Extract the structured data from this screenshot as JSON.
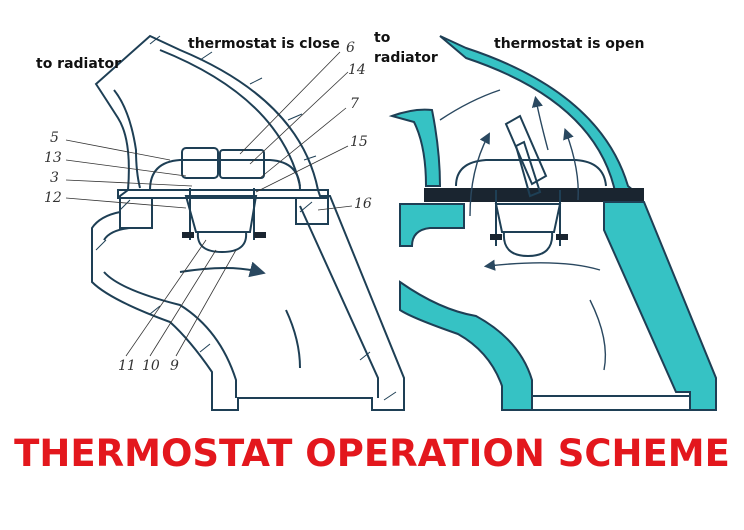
{
  "left_panel": {
    "label_radiator": "to radiator",
    "label_state": "thermostat is close",
    "part_numbers": [
      "6",
      "14",
      "7",
      "15",
      "16",
      "5",
      "13",
      "3",
      "12",
      "11",
      "10",
      "9"
    ]
  },
  "right_panel": {
    "label_radiator_line1": "to",
    "label_radiator_line2": "radiator",
    "label_state": "thermostat is open"
  },
  "title": "THERMOSTAT OPERATION SCHEME",
  "colors": {
    "housing_fill": "#36c2c4",
    "outline": "#1e3f55",
    "title": "#e3171d"
  }
}
